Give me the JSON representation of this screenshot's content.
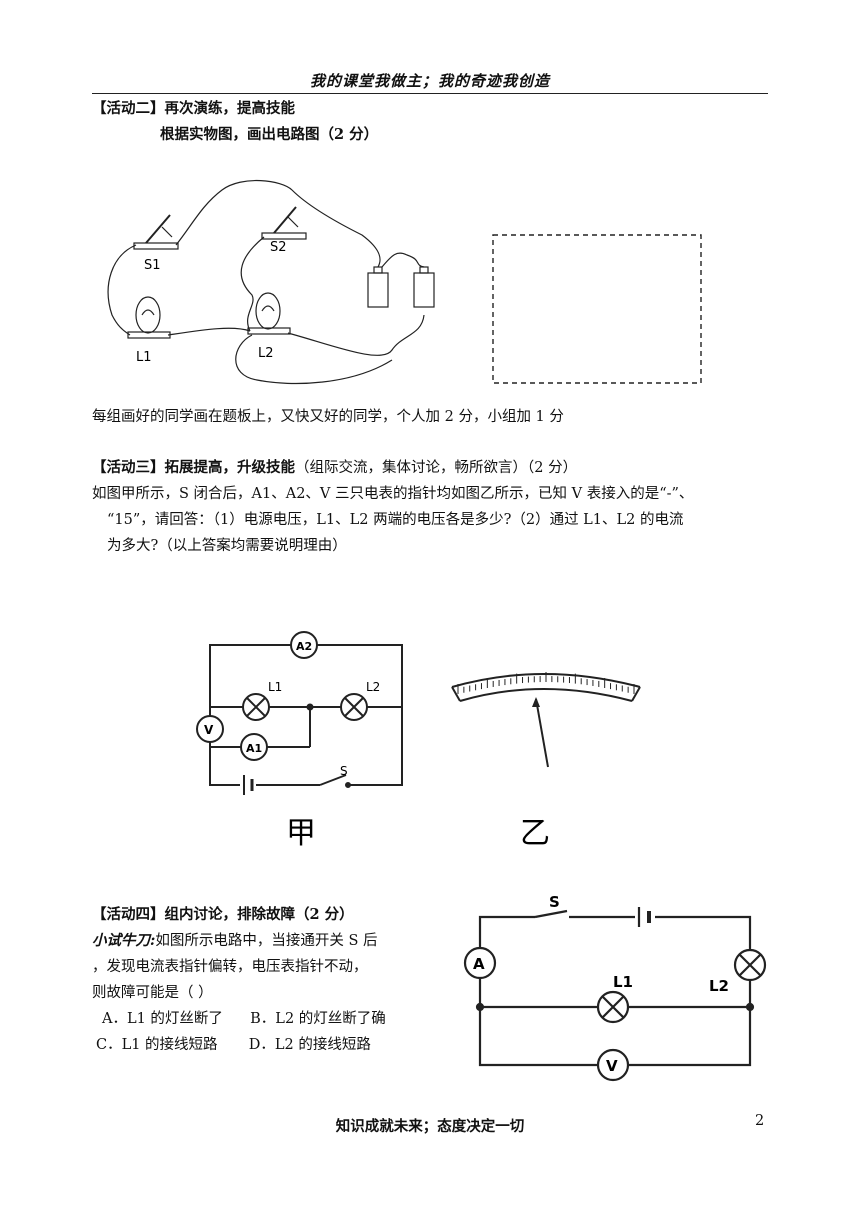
{
  "header": {
    "motto": "我的课堂我做主；我的奇迹我创造"
  },
  "activity2": {
    "title": "【活动二】再次演练，提高技能",
    "instruction": "根据实物图，画出电路图（2 分）",
    "labels": {
      "s1": "S1",
      "s2": "S2",
      "l1": "L1",
      "l2": "L2"
    },
    "note": "每组画好的同学画在题板上，又快又好的同学，个人加 2 分，小组加 1 分"
  },
  "activity3": {
    "title": "【活动三】拓展提高，升级技能",
    "title_extra": "（组际交流，集体讨论，畅所欲言）（2 分）",
    "question_line1": "如图甲所示，S 闭合后，A1、A2、V 三只电表的指针均如图乙所示，已知 V 表接入的是“-”、",
    "question_line2": "“15”，请回答：（1）电源电压，L1、L2 两端的电压各是多少?（2）通过 L1、L2 的电流",
    "question_line3": "为多大?（以上答案均需要说明理由）",
    "circuit_labels": {
      "a1": "A1",
      "a2": "A2",
      "v": "V",
      "l1": "L1",
      "l2": "L2",
      "s": "S"
    },
    "fig_jia": "甲",
    "fig_yi": "乙"
  },
  "activity4": {
    "title": "【活动四】组内讨论，排除故障（2 分）",
    "lead": "小试牛刀:",
    "question_a": "如图所示电路中，当接通开关 S 后",
    "question_b": "，发现电流表指针偏转，电压表指针不动，",
    "question_c": "则故障可能是（       ）",
    "option_a": "A．L1 的灯丝断了",
    "option_b": "B．L2 的灯丝断了确",
    "option_c": "C．L1 的接线短路",
    "option_d": "D．L2 的接线短路",
    "circuit_labels": {
      "s": "S",
      "l1": "L1",
      "l2": "L2",
      "a": "A",
      "v": "V"
    }
  },
  "footer": {
    "motto": "知识成就未来；态度决定一切",
    "page": "2"
  }
}
